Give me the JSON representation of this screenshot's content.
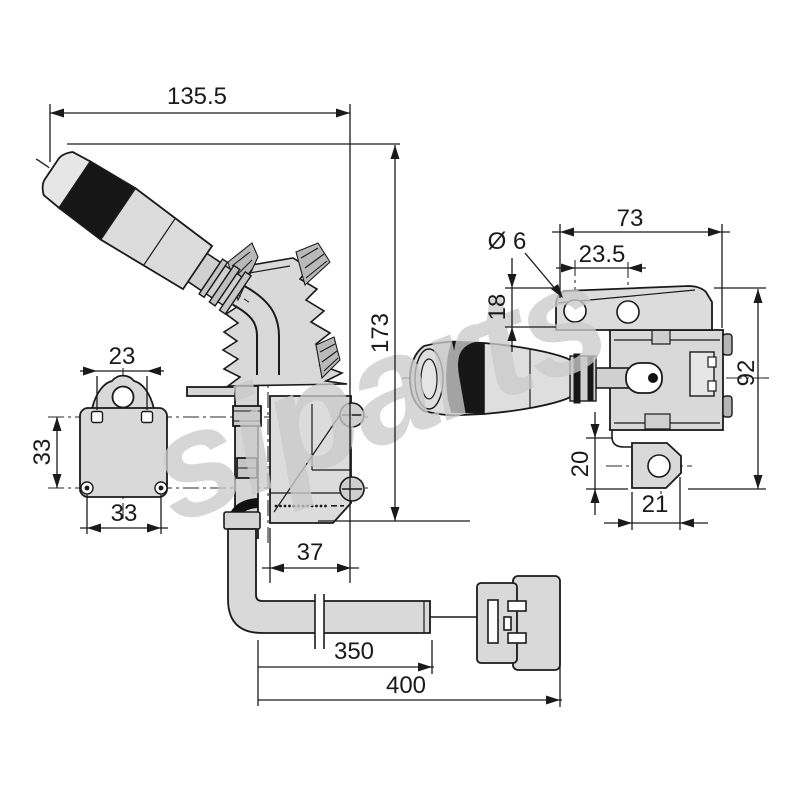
{
  "drawing": {
    "watermark": "siparts",
    "colors": {
      "line": "#1a1a1a",
      "fill_light": "#dcdcdc",
      "fill_mid": "#d0d0d0",
      "band_black": "#161616",
      "background": "#ffffff",
      "watermark_gray": "#cbcbcb"
    }
  },
  "dimensions": {
    "overall_width": "135.5",
    "overall_height": "173",
    "plate_hole_spacing": "23",
    "plate_height": "33",
    "plate_width": "33",
    "body_width": "37",
    "bracket_width": "73",
    "hole_diameter": "Ø 6",
    "hole_offset": "23.5",
    "plate_thickness": "18",
    "side_height": "92",
    "tab_offset": "20",
    "tab_width": "21",
    "cable_length": "350",
    "overall_length": "400"
  }
}
